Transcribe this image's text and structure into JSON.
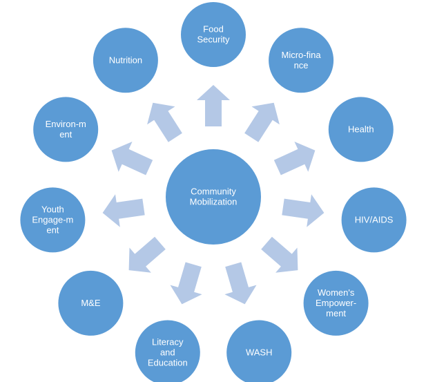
{
  "diagram": {
    "center": {
      "lines": [
        "Community",
        "Mobilization"
      ]
    },
    "nodes": [
      {
        "id": "food-security",
        "lines": [
          "Food",
          "Security"
        ]
      },
      {
        "id": "micro-finance",
        "lines": [
          "Micro-fina",
          "nce"
        ]
      },
      {
        "id": "health",
        "lines": [
          "Health"
        ]
      },
      {
        "id": "hiv-aids",
        "lines": [
          "HIV/AIDS"
        ]
      },
      {
        "id": "womens-empowerment",
        "lines": [
          "Women's",
          "Empower-",
          "ment"
        ]
      },
      {
        "id": "wash",
        "lines": [
          "WASH"
        ]
      },
      {
        "id": "literacy-and-education",
        "lines": [
          "Literacy",
          "and",
          "Education"
        ]
      },
      {
        "id": "m-and-e",
        "lines": [
          "M&E"
        ]
      },
      {
        "id": "youth-engagement",
        "lines": [
          "Youth",
          "Engage-m",
          "ent"
        ]
      },
      {
        "id": "environment",
        "lines": [
          "Environ-m",
          "ent"
        ]
      },
      {
        "id": "nutrition",
        "lines": [
          "Nutrition"
        ]
      }
    ],
    "colors": {
      "node_fill": "#5b9bd5",
      "node_stroke": "#ffffff",
      "arrow_fill": "#b4c8e6",
      "text": "#ffffff"
    }
  }
}
